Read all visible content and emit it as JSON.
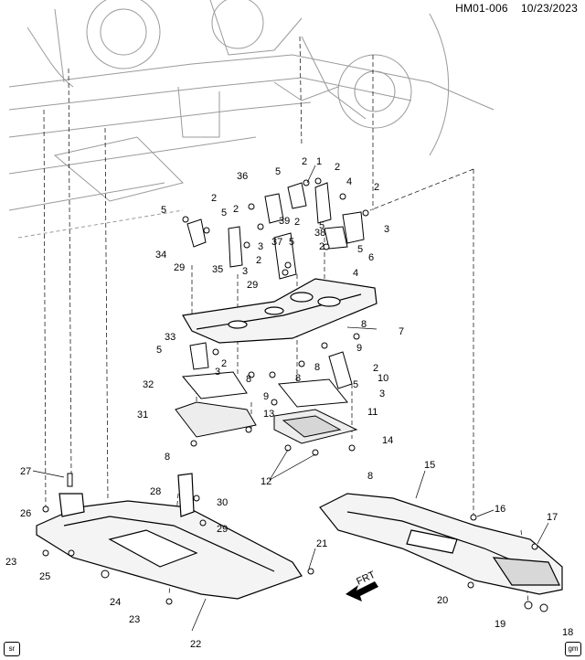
{
  "header": {
    "code": "HM01-006",
    "date": "10/23/2023"
  },
  "corner": {
    "left": "sr",
    "right": "gm"
  },
  "arrow_label": "FRT",
  "callouts": [
    "1",
    "2",
    "3",
    "4",
    "5",
    "6",
    "7",
    "8",
    "9",
    "10",
    "11",
    "12",
    "13",
    "14",
    "15",
    "16",
    "17",
    "18",
    "19",
    "20",
    "21",
    "22",
    "23",
    "24",
    "25",
    "26",
    "27",
    "28",
    "29",
    "30",
    "31",
    "32",
    "33",
    "34",
    "35",
    "36",
    "37",
    "38",
    "39"
  ]
}
